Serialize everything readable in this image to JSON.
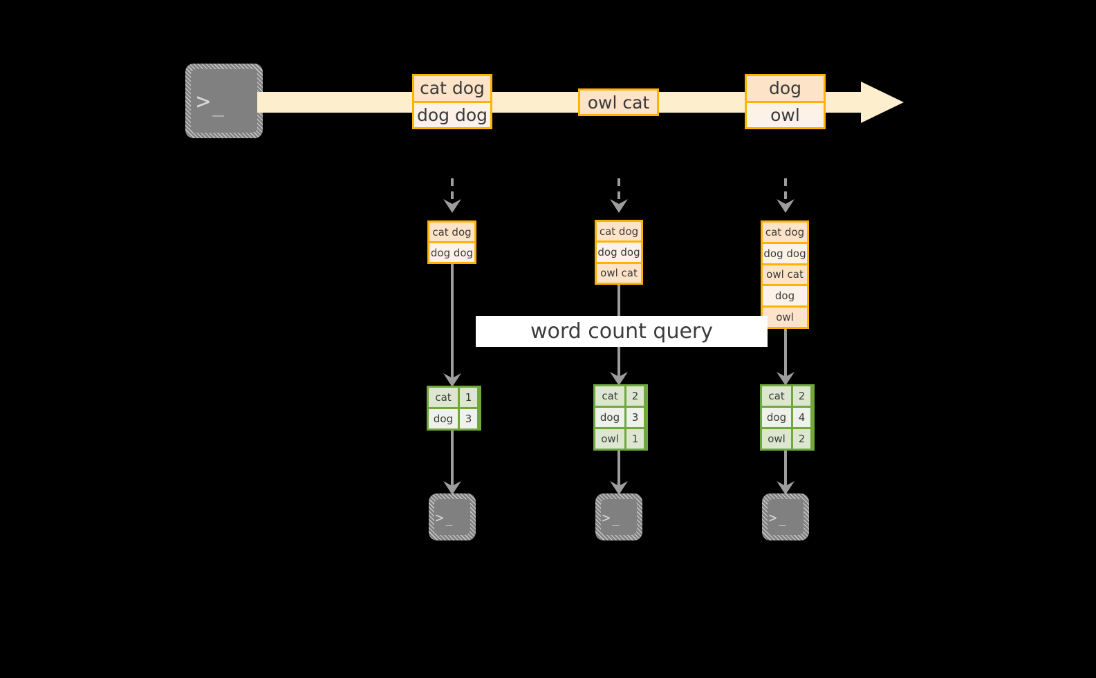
{
  "diagram": {
    "title_label": "word count query",
    "colors": {
      "background": "#000000",
      "stream_band": "#fdeecd",
      "record_border": "#ffb300",
      "record_fill_odd": "#fde3c8",
      "record_fill_even": "#fdf2e8",
      "result_border": "#70a83c",
      "result_fill_odd": "#dde7d0",
      "result_fill_even": "#eef2ea",
      "arrow_gray": "#9d9d9d",
      "terminal_gray": "#808080",
      "label_background": "#ffffff",
      "text": "#3a3a3a"
    },
    "source_terminal": {
      "icon": "terminal-prompt-icon",
      "glyph": ">",
      "cursor": "_"
    },
    "stream": {
      "direction": "left-to-right",
      "arrow_icon": "right-arrow-icon",
      "events": [
        {
          "name": "event-group-1",
          "lines": [
            "cat dog",
            "dog dog"
          ]
        },
        {
          "name": "event-group-2",
          "lines": [
            "owl cat"
          ]
        },
        {
          "name": "event-group-3",
          "lines": [
            "dog",
            "owl"
          ]
        }
      ]
    },
    "snapshots": [
      {
        "name": "snapshot-1",
        "input_lines": [
          "cat dog",
          "dog dog"
        ],
        "result_header": null,
        "result_rows": [
          {
            "word": "cat",
            "count": "1"
          },
          {
            "word": "dog",
            "count": "3"
          }
        ],
        "sink_icon": "terminal-prompt-icon"
      },
      {
        "name": "snapshot-2",
        "input_lines": [
          "cat dog",
          "dog dog",
          "owl cat"
        ],
        "result_header": null,
        "result_rows": [
          {
            "word": "cat",
            "count": "2"
          },
          {
            "word": "dog",
            "count": "3"
          },
          {
            "word": "owl",
            "count": "1"
          }
        ],
        "sink_icon": "terminal-prompt-icon"
      },
      {
        "name": "snapshot-3",
        "input_lines": [
          "cat dog",
          "dog dog",
          "owl cat",
          "dog",
          "owl"
        ],
        "result_header": null,
        "result_rows": [
          {
            "word": "cat",
            "count": "2"
          },
          {
            "word": "dog",
            "count": "4"
          },
          {
            "word": "owl",
            "count": "2"
          }
        ],
        "sink_icon": "terminal-prompt-icon"
      }
    ]
  }
}
